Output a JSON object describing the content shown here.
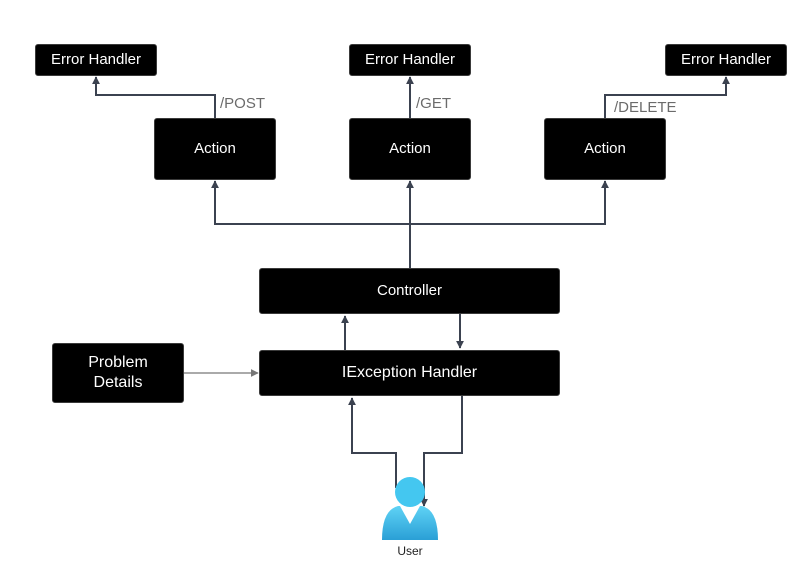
{
  "nodes": {
    "error_handler_post": "Error Handler",
    "error_handler_get": "Error Handler",
    "error_handler_delete": "Error Handler",
    "action_post": "Action",
    "action_get": "Action",
    "action_delete": "Action",
    "controller": "Controller",
    "exception_handler": "IException Handler",
    "problem_details": "Problem\nDetails",
    "user": "User"
  },
  "edge_labels": {
    "post": "/POST",
    "get": "/GET",
    "delete": "/DELETE"
  },
  "colors": {
    "node_fill": "#000000",
    "node_text": "#ffffff",
    "edge": "#3b4250",
    "edge_label": "#6b6b6b",
    "user_icon": "#41c3ef"
  },
  "icons": [
    "user-icon"
  ]
}
